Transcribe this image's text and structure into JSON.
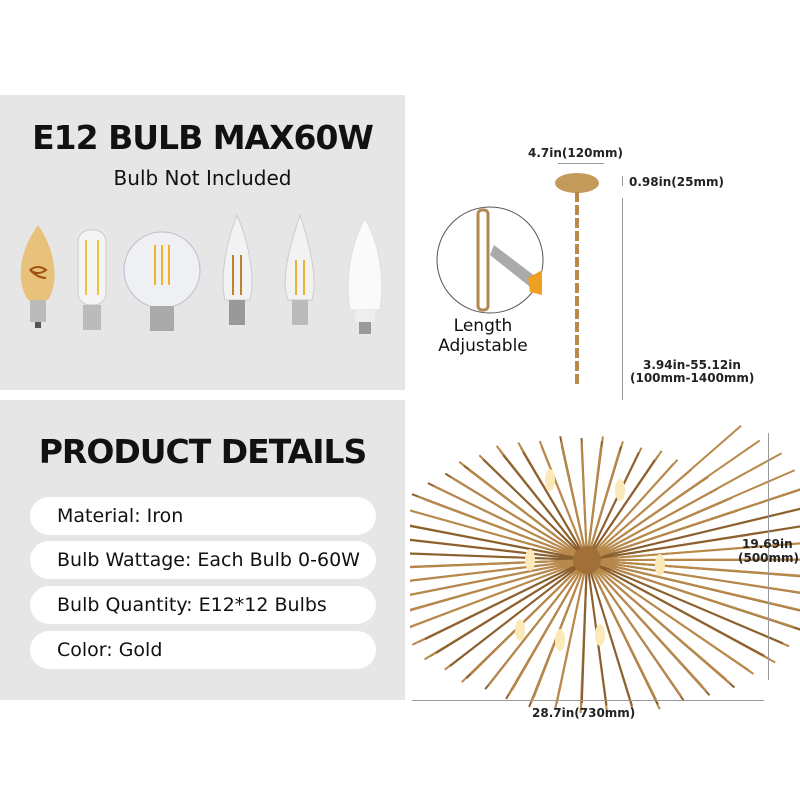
{
  "bulb_section": {
    "title": "E12 BULB MAX60W",
    "subtitle": "Bulb Not Included",
    "bulb_types": [
      "spiral-filament-candle",
      "tubular-filament",
      "globe-filament",
      "candle-filament",
      "flame-tip-filament",
      "led-candle"
    ]
  },
  "details_section": {
    "title": "PRODUCT DETAILS",
    "items": [
      "Material: Iron",
      "Bulb Wattage: Each Bulb 0-60W",
      "Bulb Quantity: E12*12 Bulbs",
      "Color: Gold"
    ]
  },
  "dimensions": {
    "canopy_width": "4.7in(120mm)",
    "canopy_height": "0.98in(25mm)",
    "chain_length_in": "3.94in-55.12in",
    "chain_length_mm": "(100mm-1400mm)",
    "height_in": "19.69in",
    "height_mm": "(500mm)",
    "width": "28.7in(730mm)"
  },
  "callout": {
    "line1": "Length",
    "line2": "Adjustable"
  },
  "colors": {
    "gold": "#b8894a",
    "panel_bg": "#e6e6e6",
    "pliers": "#f0a020"
  }
}
